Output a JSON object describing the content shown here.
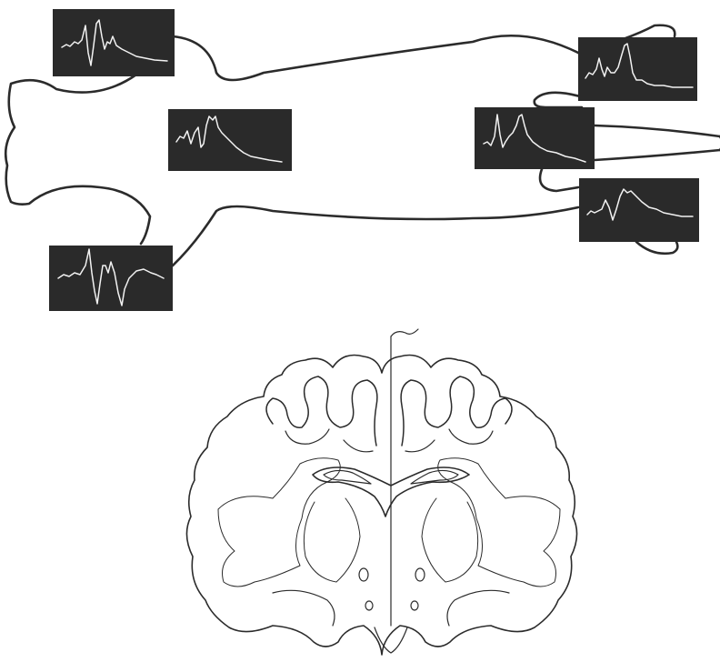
{
  "figure": {
    "colors": {
      "background": "#ffffff",
      "line": "#2b2b2b",
      "panel": "#2a2a2a",
      "trace": "#f2f2f2"
    },
    "panels": [
      {
        "region": "left-forelimb"
      },
      {
        "region": "left-hindlimb"
      },
      {
        "region": "trunk"
      },
      {
        "region": "right-forelimb"
      },
      {
        "region": "face-snout"
      },
      {
        "region": "right-hindlimb"
      }
    ]
  }
}
